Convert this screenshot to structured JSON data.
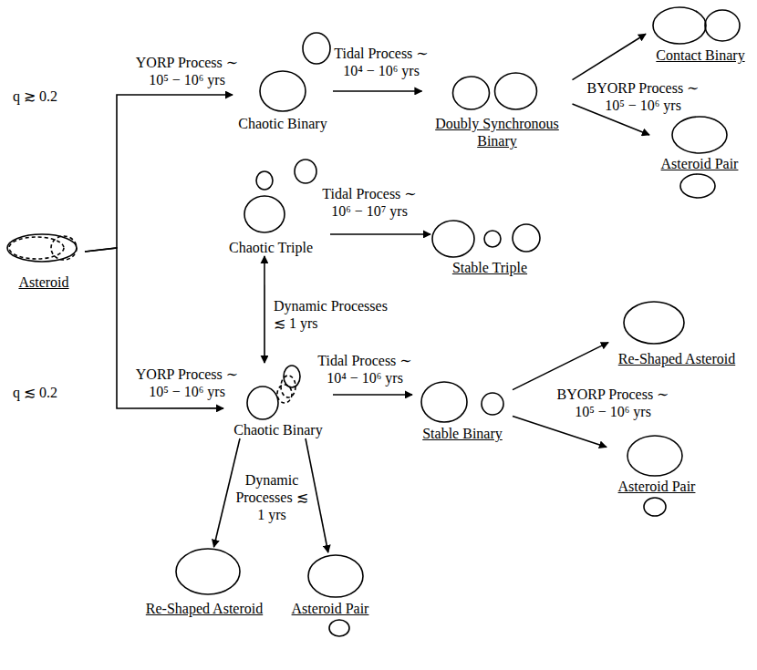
{
  "diagram": {
    "nodes": [
      {
        "text": [
          "Asteroid"
        ]
      },
      {
        "text": [
          "Chaotic Binary"
        ]
      },
      {
        "text": [
          "Doubly Synchronous Binary"
        ]
      },
      {
        "text": [
          "Contact Binary"
        ]
      },
      {
        "text": [
          "Asteroid Pair"
        ]
      },
      {
        "text": [
          "Chaotic Triple"
        ]
      },
      {
        "text": [
          "Stable Triple"
        ]
      },
      {
        "text": [
          "Chaotic Binary"
        ]
      },
      {
        "text": [
          "Stable Binary"
        ]
      },
      {
        "text": [
          "Re-Shaped Asteroid"
        ]
      },
      {
        "text": [
          "Asteroid Pair"
        ]
      },
      {
        "text": [
          "Re-Shaped Asteroid"
        ]
      },
      {
        "text": [
          "Asteroid Pair"
        ]
      }
    ],
    "edges": [
      {
        "from": 0,
        "to": 1,
        "arrow": "to",
        "label": "YORP Process ∼ 10⁵ − 10⁶ yrs"
      },
      {
        "from": 0,
        "to": 7,
        "arrow": "to",
        "label": "YORP Process ∼ 10⁵ − 10⁶ yrs"
      },
      {
        "from": 1,
        "to": 2,
        "arrow": "to",
        "label": "Tidal Process ∼ 10⁴ − 10⁶ yrs"
      },
      {
        "from": 2,
        "to": 3,
        "arrow": "to",
        "label": "BYORP Process ∼ 10⁵ − 10⁶ yrs"
      },
      {
        "from": 2,
        "to": 4,
        "arrow": "to"
      },
      {
        "from": 5,
        "to": 6,
        "arrow": "to",
        "label": "Tidal Process ∼ 10⁶ − 10⁷ yrs"
      },
      {
        "from": 5,
        "to": 7,
        "arrow": "both",
        "label": "Dynamic Processes ≲ 1 yrs"
      },
      {
        "from": 7,
        "to": 8,
        "arrow": "to",
        "label": "Tidal Process ∼ 10⁴ − 10⁶ yrs"
      },
      {
        "from": 8,
        "to": 9,
        "arrow": "to",
        "label": "BYORP Process ∼ 10⁵ − 10⁶ yrs"
      },
      {
        "from": 8,
        "to": 10,
        "arrow": "to"
      },
      {
        "from": 7,
        "to": 11,
        "arrow": "to",
        "label": "Dynamic Processes ≲ 1 yrs"
      },
      {
        "from": 7,
        "to": 12,
        "arrow": "to"
      }
    ],
    "labels": [
      "q ≳ 0.2",
      "q ≲ 0.2"
    ]
  }
}
